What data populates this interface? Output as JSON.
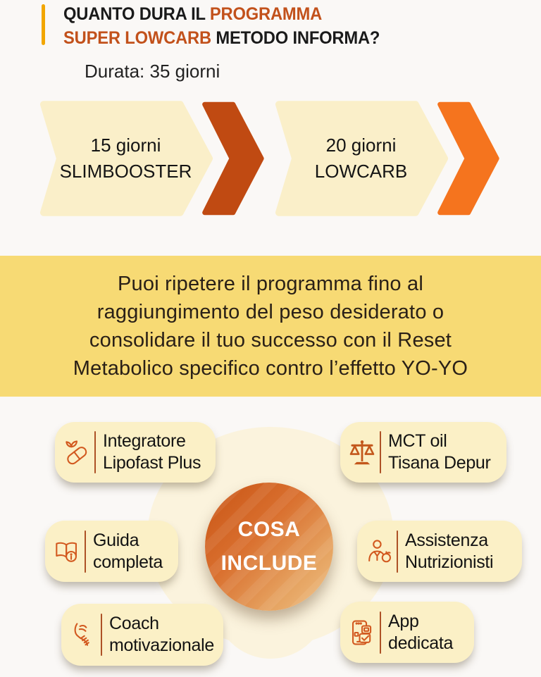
{
  "header": {
    "title_line1_dark": "QUANTO DURA IL ",
    "title_line1_accent": "PROGRAMMA",
    "title_line2_accent": "SUPER LOWCARB ",
    "title_line2_dark": "METODO INFORMA?",
    "subtitle": "Durata: 35 giorni",
    "accent_color": "#C2511B",
    "bar_color": "#F2A600"
  },
  "timeline": {
    "shape_color": "#FAEFC9",
    "steps": [
      {
        "duration": "15 giorni",
        "name": "SLIMBOOSTER",
        "chevron_color": "#C04A12"
      },
      {
        "duration": "20 giorni",
        "name": "LOWCARB",
        "chevron_color": "#F5741E"
      }
    ]
  },
  "banner": {
    "bg_color": "#F7DA74",
    "lines": [
      "Puoi ripetere il programma fino al",
      "raggiungimento del peso desiderato o",
      "consolidare il tuo successo con il Reset",
      "Metabolico specifico contro l’effetto YO-YO"
    ]
  },
  "includes": {
    "center_title_line1": "COSA",
    "center_title_line2": "INCLUDE",
    "circle_gradient": [
      "#C85415",
      "#EFC084"
    ],
    "card_bg": "#FBF0C6",
    "icon_color": "#D2591F",
    "items": [
      {
        "icon": "pill-icon",
        "lines": [
          "Integratore",
          "Lipofast Plus"
        ]
      },
      {
        "icon": "scale-icon",
        "lines": [
          "MCT oil",
          "Tisana Depur"
        ]
      },
      {
        "icon": "guide-book-icon",
        "lines": [
          "Guida",
          "completa"
        ]
      },
      {
        "icon": "nutritionist-icon",
        "lines": [
          "Assistenza",
          "Nutrizionisti"
        ]
      },
      {
        "icon": "coach-hands-icon",
        "lines": [
          "Coach",
          "motivazionale"
        ]
      },
      {
        "icon": "app-phone-icon",
        "lines": [
          "App",
          "dedicata"
        ]
      }
    ]
  }
}
